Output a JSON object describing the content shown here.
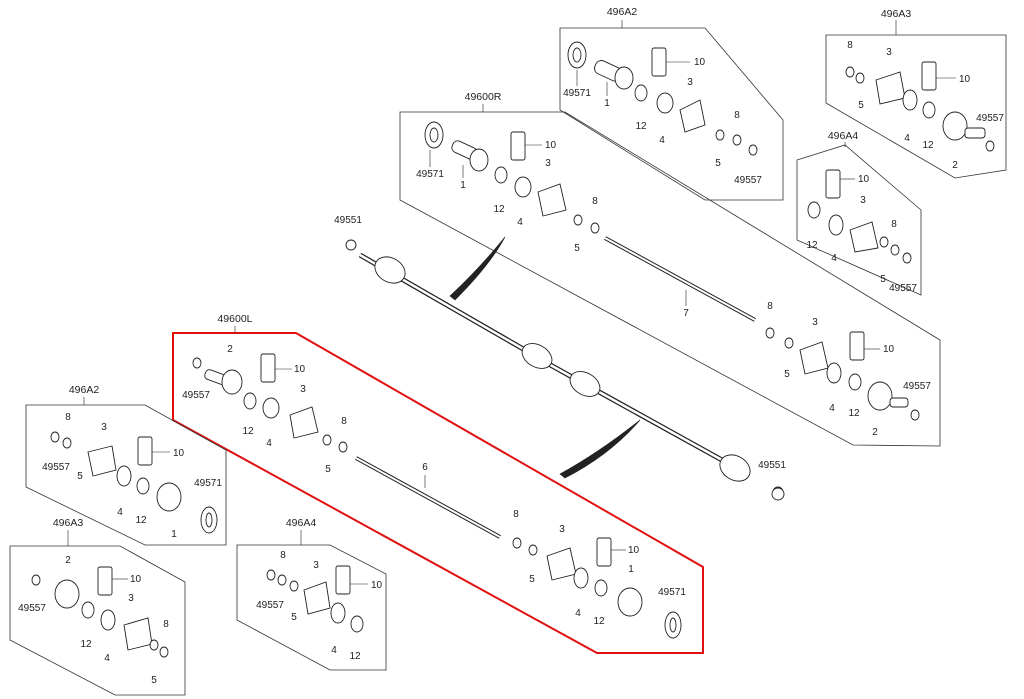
{
  "assemblies": {
    "rear_right": {
      "code": "49600R"
    },
    "rear_left": {
      "code": "49600L"
    }
  },
  "kits": {
    "top_a2": {
      "code": "496A2"
    },
    "top_a3": {
      "code": "496A3"
    },
    "top_a4": {
      "code": "496A4"
    },
    "left_a2": {
      "code": "496A2"
    },
    "left_a3": {
      "code": "496A3"
    },
    "left_a4": {
      "code": "496A4"
    }
  },
  "part_numbers": {
    "p1": "1",
    "p2": "2",
    "p3": "3",
    "p4": "4",
    "p5": "5",
    "p6": "6",
    "p7": "7",
    "p8": "8",
    "p10": "10",
    "p12": "12",
    "seal": "49571",
    "clip": "49557",
    "nut": "49551"
  }
}
